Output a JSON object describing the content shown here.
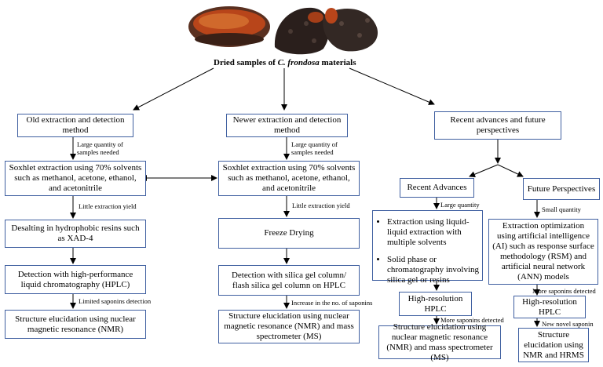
{
  "top": {
    "caption_prefix": "Dried samples of ",
    "caption_species": "C. frondosa",
    "caption_suffix": " materials"
  },
  "columns": {
    "old": {
      "header": "Old extraction and detection method",
      "note1": "Large quantity of samples needed",
      "step1": "Soxhlet extraction using 70% solvents such as methanol, acetone, ethanol, and acetonitrile",
      "note2": "Little extraction yield",
      "step2": "Desalting in hydrophobic resins such as XAD-4",
      "step3": "Detection with high-performance liquid chromatography (HPLC)",
      "note3": "Limited saponins detection",
      "step4": "Structure elucidation using nuclear magnetic resonance (NMR)"
    },
    "newer": {
      "header": "Newer extraction and detection method",
      "note1": "Large quantity of samples needed",
      "step1": "Soxhlet extraction using 70% solvents such as methanol, acetone, ethanol, and acetonitrile",
      "note2": "Little extraction yield",
      "step2": "Freeze Drying",
      "step3": "Detection with silica gel column/ flash silica gel column on HPLC",
      "note3": "Increase in the no. of  saponins",
      "step4": "Structure elucidation using nuclear magnetic resonance (NMR) and mass spectrometer (MS)"
    },
    "recent": {
      "header": "Recent advances and future perspectives",
      "advances": {
        "header": "Recent Advances",
        "note1": "Large quantity",
        "bullets": [
          "Extraction using liquid-liquid extraction with multiple solvents",
          "Solid phase or chromatography involving silica gel or resins"
        ],
        "step2": "High-resolution HPLC",
        "note2": "More saponins detected",
        "step3": "Structure elucidation using nuclear magnetic resonance (NMR) and mass spectrometer (MS)"
      },
      "future": {
        "header": "Future Perspectives",
        "note1": "Small quantity",
        "step1": "Extraction optimization using artificial intelligence (AI) such as response surface methodology (RSM) and artificial neural network (ANN) models",
        "note2": "More saponins detected",
        "step2": "High-resolution HPLC",
        "note3": "New novel saponin",
        "step3": "Structure elucidation using NMR and HRMS"
      }
    }
  },
  "colors": {
    "box_border": "#3f5fa0",
    "arrow": "#000000",
    "sample_dark": "#2a1f1c",
    "sample_red": "#b8451a"
  }
}
